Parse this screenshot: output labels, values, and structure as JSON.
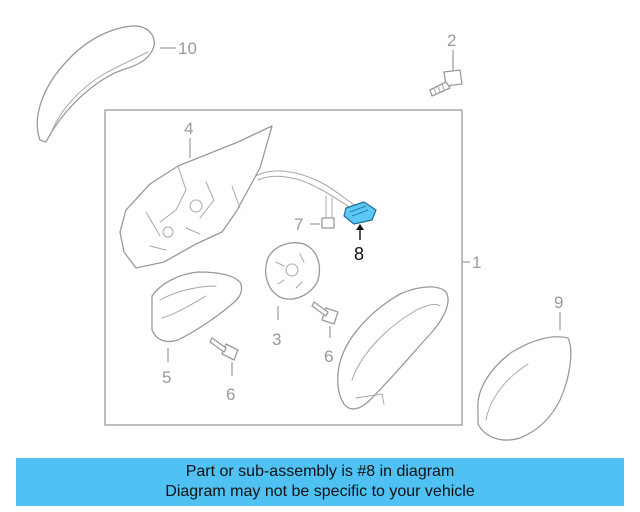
{
  "diagram": {
    "callouts": {
      "c1": "1",
      "c2": "2",
      "c3": "3",
      "c4": "4",
      "c5": "5",
      "c6a": "6",
      "c6b": "6",
      "c7": "7",
      "c8": "8",
      "c9": "9",
      "c10": "10"
    },
    "highlight_color": "#5bc8f5",
    "line_color": "#9a9a9a"
  },
  "banner": {
    "line1": "Part or sub-assembly is #8 in diagram",
    "line2": "Diagram may not be specific to your vehicle",
    "background": "#4fc1f3"
  }
}
